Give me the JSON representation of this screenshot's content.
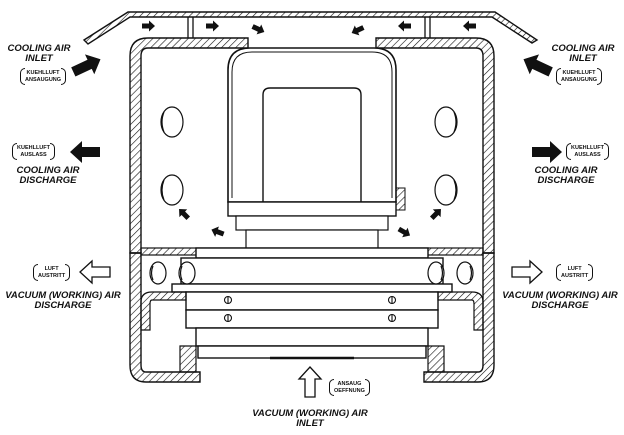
{
  "labels": {
    "cooling_inlet_left": [
      "COOLING AIR",
      "INLET"
    ],
    "cooling_inlet_right": [
      "COOLING AIR",
      "INLET"
    ],
    "cooling_discharge_left": [
      "COOLING AIR",
      "DISCHARGE"
    ],
    "cooling_discharge_right": [
      "COOLING AIR",
      "DISCHARGE"
    ],
    "vacuum_discharge_left": [
      "VACUUM (WORKING) AIR",
      "DISCHARGE"
    ],
    "vacuum_discharge_right": [
      "VACUUM (WORKING) AIR",
      "DISCHARGE"
    ],
    "vacuum_inlet": [
      "VACUUM (WORKING) AIR",
      "INLET"
    ]
  },
  "german": {
    "kuehlluft_ansaugung_left": [
      "KUEHLLUFT",
      "ANSAUGUNG"
    ],
    "kuehlluft_ansaugung_right": [
      "KUEHLLUFT",
      "ANSAUGUNG"
    ],
    "kuehlluft_auslass_left": [
      "KUEHLLUFT",
      "AUSLASS"
    ],
    "kuehlluft_auslass_right": [
      "KUEHLLUFT",
      "AUSLASS"
    ],
    "luft_austritt_left": [
      "LUFT",
      "AUSTRITT"
    ],
    "luft_austritt_right": [
      "LUFT",
      "AUSTRITT"
    ],
    "ansaug_oeffnung": [
      "ANSAUG",
      "OEFFNUNG"
    ]
  },
  "colors": {
    "line": "#111111",
    "fill": "#111111",
    "background": "#ffffff"
  }
}
